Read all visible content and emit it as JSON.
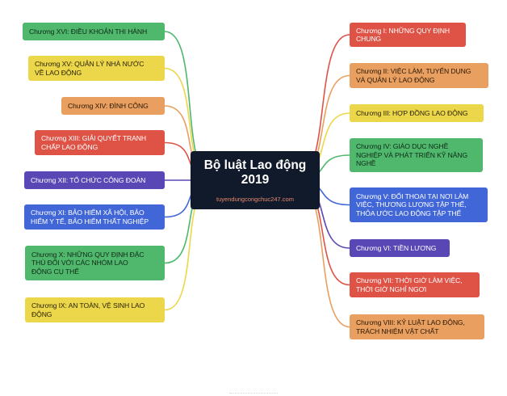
{
  "center": {
    "title": "Bộ luật Lao động 2019",
    "url": "tuyendungcongchuc247.com"
  },
  "branches": [
    {
      "id": "i",
      "label": "Chương I: NHỮNG QUY ĐỊNH\nCHUNG",
      "color": "#df5347"
    },
    {
      "id": "ii",
      "label": "Chương II: VIỆC LÀM, TUYỂN DỤNG\nVÀ QUẢN LÝ LAO ĐỘNG",
      "color": "#e99f5f"
    },
    {
      "id": "iii",
      "label": "Chương III: HỢP ĐỒNG LAO ĐỘNG",
      "color": "#ecd64a"
    },
    {
      "id": "iv",
      "label": "Chương IV: GIÁO DỤC NGHỀ\nNGHIỆP VÀ PHÁT TRIỂN KỸ NĂNG\nNGHỀ",
      "color": "#4fb86c"
    },
    {
      "id": "v",
      "label": "Chương V: ĐỐI THOẠI TẠI NƠI LÀM\nVIỆC, THƯƠNG LƯỢNG TẬP THỂ,\nTHỎA ƯỚC LAO ĐỘNG TẬP THỂ",
      "color": "#4166d7"
    },
    {
      "id": "vi",
      "label": "Chương VI: TIỀN LƯƠNG",
      "color": "#5a47b6"
    },
    {
      "id": "vii",
      "label": "Chương VII: THỜI GIỜ LÀM VIỆC,\nTHỜI GIỜ NGHỈ NGƠI",
      "color": "#df5347"
    },
    {
      "id": "viii",
      "label": "Chương VIII: KỶ LUẬT LAO ĐỘNG,\nTRÁCH NHIỆM VẬT CHẤT",
      "color": "#e99f5f"
    },
    {
      "id": "xvi",
      "label": "Chương XVI: ĐIỀU KHOẢN THI HÀNH",
      "color": "#4fb86c"
    },
    {
      "id": "xv",
      "label": "Chương XV: QUẢN LÝ NHÀ NƯỚC\nVỀ LAO ĐỘNG",
      "color": "#ecd64a"
    },
    {
      "id": "xiv",
      "label": "Chương XIV: ĐÌNH CÔNG",
      "color": "#e99f5f"
    },
    {
      "id": "xiii",
      "label": "Chương XIII: GIẢI QUYẾT TRANH\nCHẤP LAO ĐỘNG",
      "color": "#df5347"
    },
    {
      "id": "xii",
      "label": "Chương XII: TỔ CHỨC CÔNG ĐOÀN",
      "color": "#5a47b6"
    },
    {
      "id": "xi",
      "label": "Chương XI: BẢO HIỂM XÃ HỘI, BẢO\nHIỂM Y TẾ, BẢO HIỂM THẤT NGHIỆP",
      "color": "#4166d7"
    },
    {
      "id": "x",
      "label": "Chương X: NHỮNG QUY ĐỊNH ĐẶC\nTHÙ ĐỐI VỚI CÁC NHÓM LAO\nĐỘNG CỤ THỂ",
      "color": "#4fb86c"
    },
    {
      "id": "ix",
      "label": "Chương IX: AN TOÀN, VỆ SINH LAO\nĐỘNG",
      "color": "#ecd64a"
    }
  ]
}
